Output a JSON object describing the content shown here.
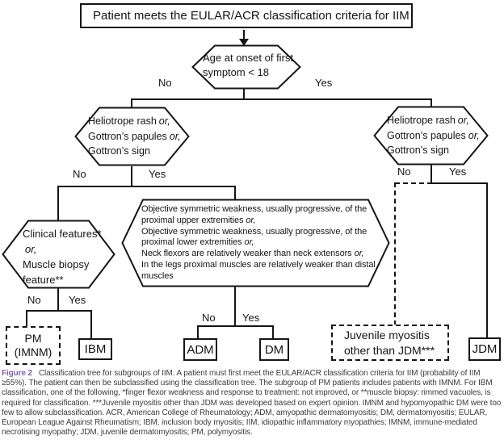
{
  "figure": {
    "root_label": "Patient meets the EULAR/ACR classification criteria for IIM",
    "branch_labels": {
      "no": "No",
      "yes": "Yes"
    },
    "age_hex": {
      "line1": "Age at onset of first",
      "line2": "symptom < 18"
    },
    "dermato_hex": {
      "lines": [
        {
          "t": "Heliotrope rash",
          "or": "or,"
        },
        {
          "t": "Gottron’s papules",
          "or": "or,"
        },
        {
          "t": "Gottron’s sign",
          "or": ""
        }
      ]
    },
    "clinical_hex": {
      "lines": [
        {
          "t": "Clinical features*",
          "or": ""
        },
        {
          "t": "",
          "or": "or,"
        },
        {
          "t": "Muscle biopsy",
          "or": ""
        },
        {
          "t": "feature**",
          "or": ""
        }
      ]
    },
    "weakness_hex": {
      "lines": [
        {
          "t": "Objective symmetric weakness, usually progressive, of the",
          "or": ""
        },
        {
          "t": "proximal upper extremities",
          "or": "or,"
        },
        {
          "t": "Objective symmetric weakness, usually progressive, of the",
          "or": ""
        },
        {
          "t": "proximal lower extremities",
          "or": "or,"
        },
        {
          "t": "Neck flexors are relatively weaker than neck extensors",
          "or": "or,"
        },
        {
          "t": "In the legs proximal muscles are relatively weaker than distal",
          "or": ""
        },
        {
          "t": "muscles",
          "or": ""
        }
      ]
    },
    "leaves": {
      "pm_line1": "PM",
      "pm_line2": "(IMNM)",
      "ibm": "IBM",
      "adm": "ADM",
      "dm": "DM",
      "juvenile_line1": "Juvenile myositis",
      "juvenile_line2": "other than JDM***",
      "jdm": "JDM"
    }
  },
  "caption": {
    "label": "Figure 2",
    "text": "Classification tree for subgroups of IIM. A patient must first meet the EULAR/ACR classification criteria for IIM (probability of IIM ≥55%). The patient can then be subclassified using the classification tree. The subgroup of PM patients includes patients with IMNM. For IBM classification, one of the following, *finger flexor weakness and response to treatment: not improved, or **muscle biopsy: rimmed vacuoles, is required for classification. ***Juvenile myositis other than JDM was developed based on expert opinion. IMNM and hypomyopathic DM were too few to allow subclassification. ACR, American College of Rheumatology; ADM, amyopathic dermatomyositis; DM, dermatomyositis; EULAR, European League Against Rheumatism; IBM, inclusion body myositis; IIM, idiopathic inflammatory myopathies; IMNM, immune-mediated necrotising myopathy; JDM, juvenile dermatomyositis; PM, polymyositis.",
    "accent_color": "#7e63a8"
  },
  "colors": {
    "line": "#151515",
    "background": "#ffffff"
  }
}
